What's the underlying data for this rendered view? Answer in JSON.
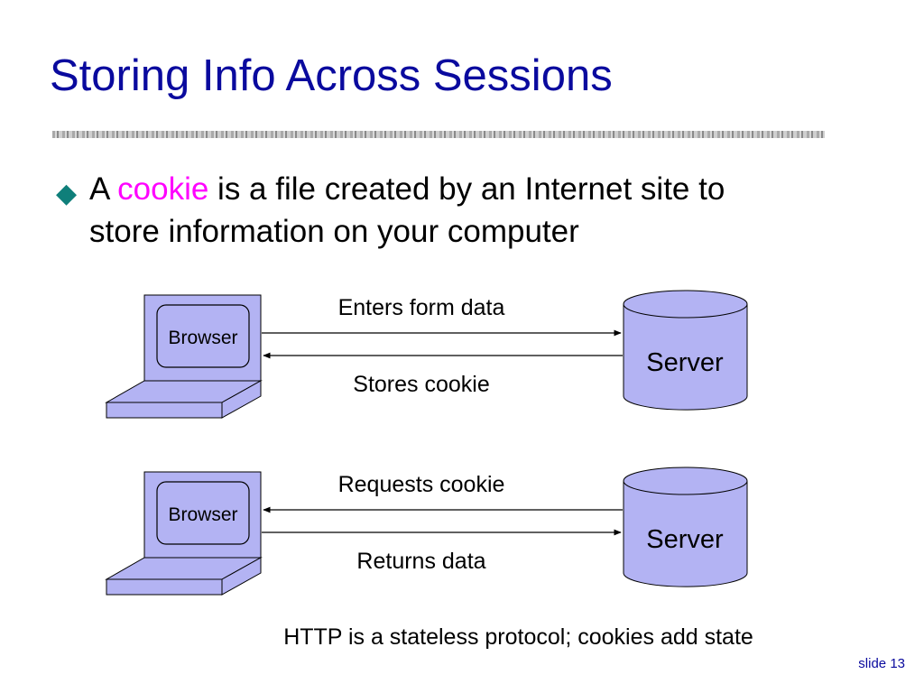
{
  "slide": {
    "title": "Storing Info Across Sessions",
    "bullet": {
      "prefix": "A ",
      "highlight": "cookie",
      "rest": " is a file created by an Internet site to",
      "line2": "store information on your computer"
    },
    "footer": "HTTP is a stateless protocol; cookies add state",
    "slide_number": "slide 13"
  },
  "diagrams": [
    {
      "browser_label": "Browser",
      "server_label": "Server",
      "top_message": "Enters form data",
      "top_direction": "to-server",
      "bottom_message": "Stores cookie",
      "bottom_direction": "to-browser"
    },
    {
      "browser_label": "Browser",
      "server_label": "Server",
      "top_message": "Requests cookie",
      "top_direction": "to-browser",
      "bottom_message": "Returns data",
      "bottom_direction": "to-server"
    }
  ],
  "colors": {
    "title": "#0a0a9e",
    "text": "#000000",
    "highlight": "#ff00ff",
    "diamond": "#0f7f7a",
    "shape_fill": "#b3b3f3",
    "slide_number": "#0a0a9e"
  }
}
